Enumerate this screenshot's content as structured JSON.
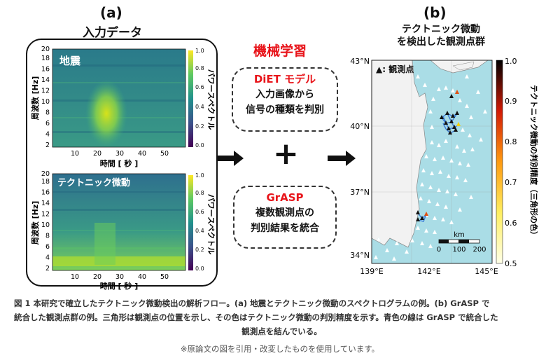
{
  "panel_a": {
    "label": "(a)",
    "title": "入力データ",
    "top": {
      "overlay_label": "地震",
      "ylabel": "周波数 [Hz]",
      "xlabel": "時間 [ 秒 ]",
      "colorbar_label": "パワースペクトル",
      "yticks": [
        "2",
        "4",
        "6",
        "8",
        "10",
        "12",
        "14",
        "16",
        "18",
        "20"
      ],
      "xticks": [
        "10",
        "20",
        "30",
        "40",
        "50"
      ],
      "cticks": [
        "0.0",
        "0.2",
        "0.4",
        "0.6",
        "0.8",
        "1.0"
      ]
    },
    "bottom": {
      "overlay_label": "テクトニック微動",
      "ylabel": "周波数 [Hz]",
      "xlabel": "時間 [ 秒 ]",
      "colorbar_label": "パワースペクトル",
      "yticks": [
        "2",
        "4",
        "6",
        "8",
        "10",
        "12",
        "14",
        "16",
        "18",
        "20"
      ],
      "xticks": [
        "10",
        "20",
        "30",
        "40",
        "50"
      ],
      "cticks": [
        "0.0",
        "0.2",
        "0.4",
        "0.6",
        "0.8",
        "1.0"
      ]
    }
  },
  "middle": {
    "ml_title": "機械学習",
    "box1": {
      "name": "DiET モデル",
      "line1": "入力画像から",
      "line2": "信号の種類を判別"
    },
    "plus": "+",
    "box2": {
      "name": "GrASP",
      "line1": "複数観測点の",
      "line2": "判別結果を統合"
    }
  },
  "panel_b": {
    "label": "(b)",
    "title_line1": "テクトニック微動",
    "title_line2": "を検出した観測点群",
    "legend": "▲: 観測点",
    "lat_ticks": [
      "43°N",
      "40°N",
      "37°N",
      "34°N"
    ],
    "lon_ticks": [
      "139°E",
      "142°E",
      "145°E"
    ],
    "scale_unit": "km",
    "scale_ticks": [
      "0",
      "100",
      "200"
    ],
    "colorbar_label": "テクトニック微動の判別精度（三角形の色）",
    "cticks": [
      "1.0",
      "0.9",
      "0.8",
      "0.7",
      "0.6",
      "0.5"
    ],
    "colors": {
      "ocean": "#aadde6",
      "land": "#f2f2f2",
      "link": "#3a7bd5"
    }
  },
  "caption": {
    "line1": "図 1  本研究で確立したテクトニック微動検出の解析フロー。(a) 地震とテクトニック微動のスペクトログラムの例。(b) GrASP で",
    "line2": "統合した観測点群の例。三角形は観測点の位置を示し、その色はテクトニック微動の判別精度を示す。青色の線は GrASP で統合した",
    "line3": "観測点を結んでいる。",
    "note": "※原論文の図を引用・改変したものを使用しています。"
  }
}
